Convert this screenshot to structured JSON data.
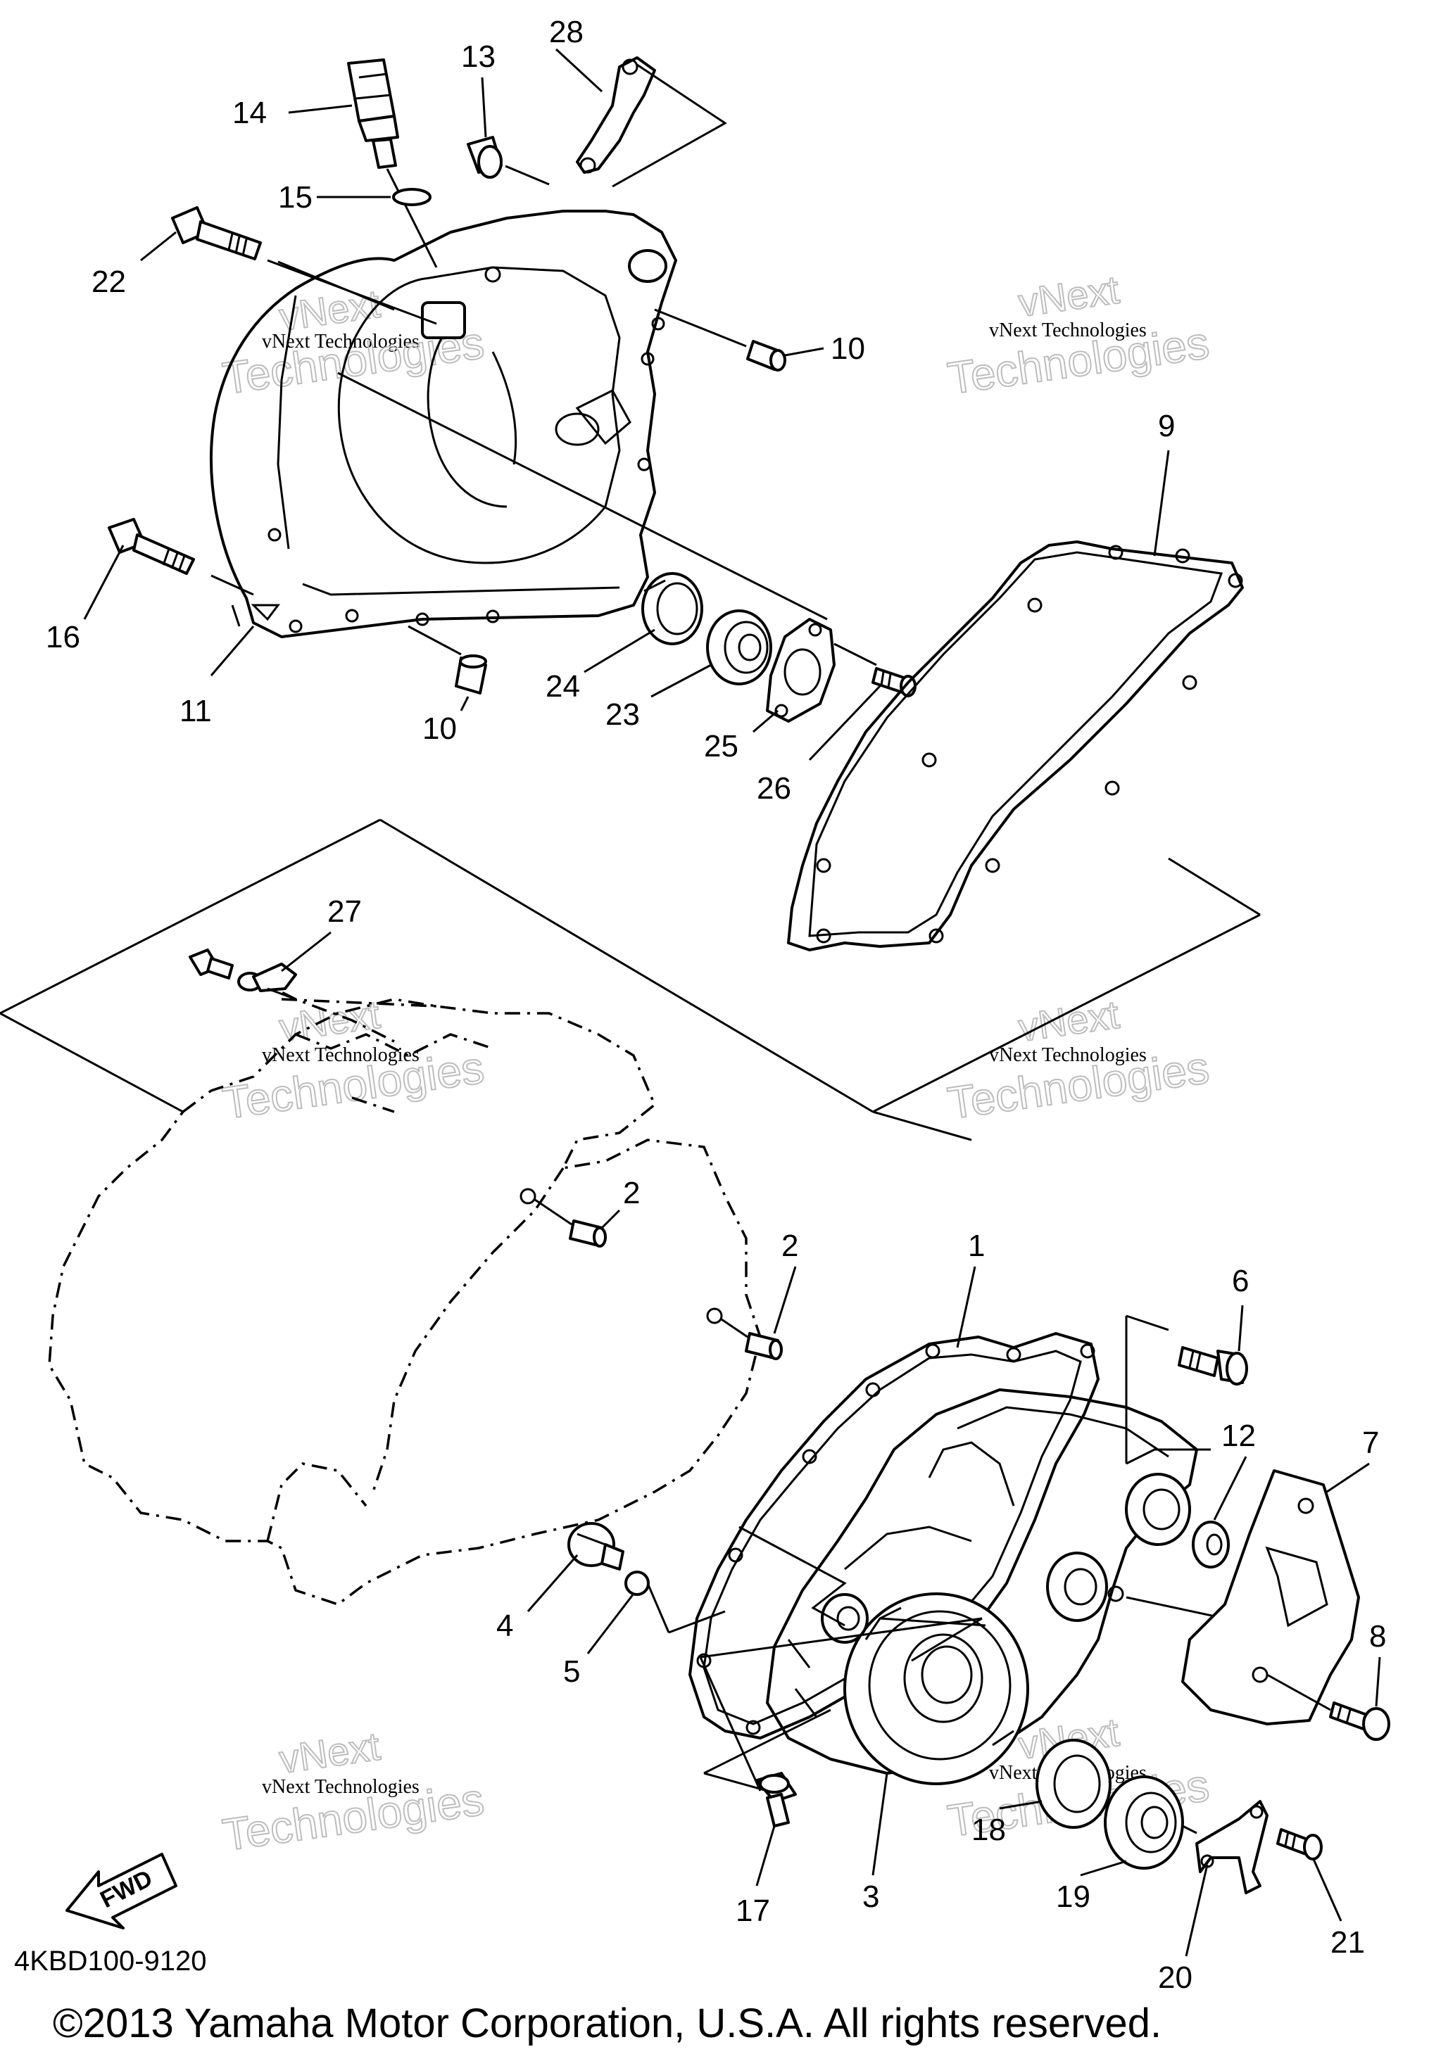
{
  "watermark": {
    "line1": "vNext Technologies",
    "line2": "Technologies",
    "brand": "vNext"
  },
  "diagram_code": "4KBD100-9120",
  "copyright": "©2013 Yamaha Motor Corporation, U.S.A. All rights reserved.",
  "fwd_label": "FWD",
  "callouts": {
    "c28": "28",
    "c13": "13",
    "c14": "14",
    "c15": "15",
    "c22": "22",
    "c10a": "10",
    "c9": "9",
    "c16": "16",
    "c11": "11",
    "c24": "24",
    "c23": "23",
    "c25": "25",
    "c26": "26",
    "c10b": "10",
    "c27": "27",
    "c2a": "2",
    "c2b": "2",
    "c1": "1",
    "c6": "6",
    "c12": "12",
    "c7": "7",
    "c8": "8",
    "c4": "4",
    "c5": "5",
    "c18": "18",
    "c19": "19",
    "c17": "17",
    "c3": "3",
    "c20": "20",
    "c21": "21"
  }
}
